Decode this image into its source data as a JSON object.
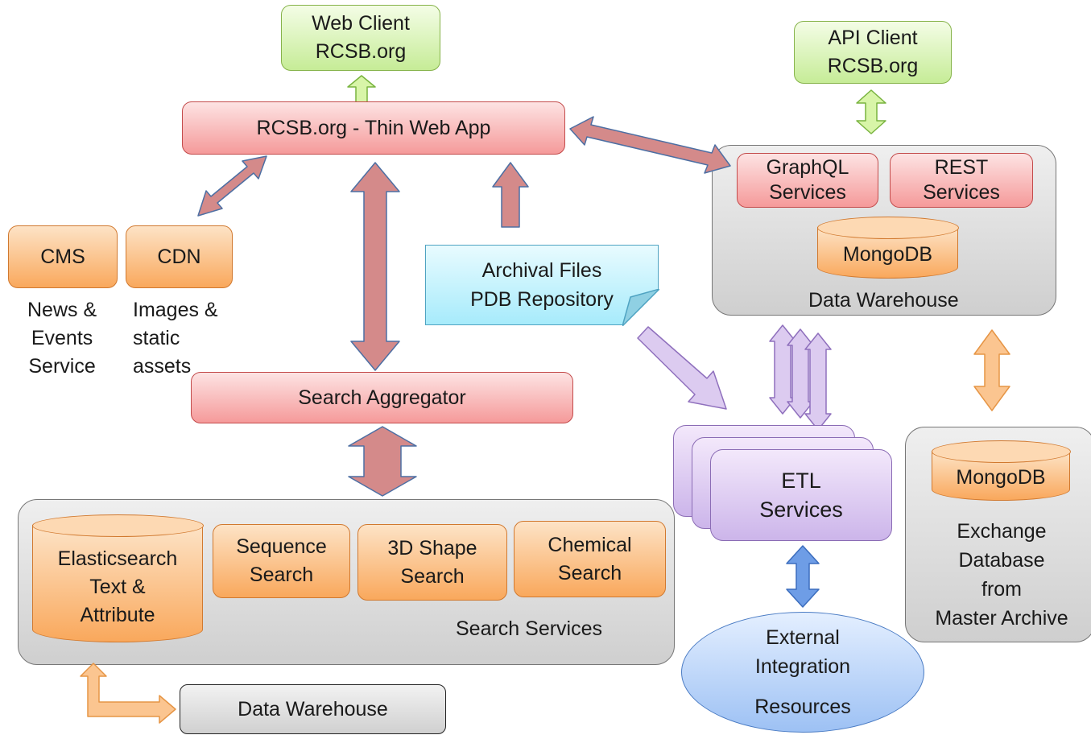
{
  "nodes": {
    "web_client": [
      "Web Client",
      "RCSB.org"
    ],
    "api_client": [
      "API Client",
      "RCSB.org"
    ],
    "thin_web_app": "RCSB.org - Thin Web App",
    "graphql": [
      "GraphQL",
      "Services"
    ],
    "rest": [
      "REST",
      "Services"
    ],
    "warehouse_mongodb": "MongoDB",
    "data_warehouse_top": "Data Warehouse",
    "cms": "CMS",
    "cdn": "CDN",
    "cms_desc": [
      "News &",
      "Events",
      "Service"
    ],
    "cdn_desc": [
      "Images &",
      "static",
      "assets"
    ],
    "archival_files": [
      "Archival Files",
      "PDB Repository"
    ],
    "search_aggregator": "Search Aggregator",
    "elasticsearch": [
      "Elasticsearch",
      "Text &",
      "Attribute"
    ],
    "sequence_search": [
      "Sequence",
      "Search"
    ],
    "shape_search": [
      "3D Shape",
      "Search"
    ],
    "chemical_search": [
      "Chemical",
      "Search"
    ],
    "search_services": "Search Services",
    "etl": [
      "ETL",
      "Services"
    ],
    "exchange_mongodb": "MongoDB",
    "exchange_db": [
      "Exchange",
      "Database",
      "from",
      "Master Archive"
    ],
    "external": [
      "External",
      "Integration",
      "Resources"
    ],
    "data_warehouse_bottom": "Data Warehouse"
  },
  "colors": {
    "red_arrow": "#d48a8a",
    "red_arrow_stroke": "#b05858",
    "green_arrow": "#d8f5a8",
    "green_arrow_stroke": "#79b43f",
    "orange_arrow": "#fbc590",
    "orange_arrow_stroke": "#e69545",
    "purple_arrow": "#dccbf0",
    "purple_arrow_stroke": "#8f70bd",
    "blue_arrow": "#6e9de6",
    "blue_arrow_stroke": "#3b6dbd",
    "edge_stroke": "#4d6fa3"
  }
}
